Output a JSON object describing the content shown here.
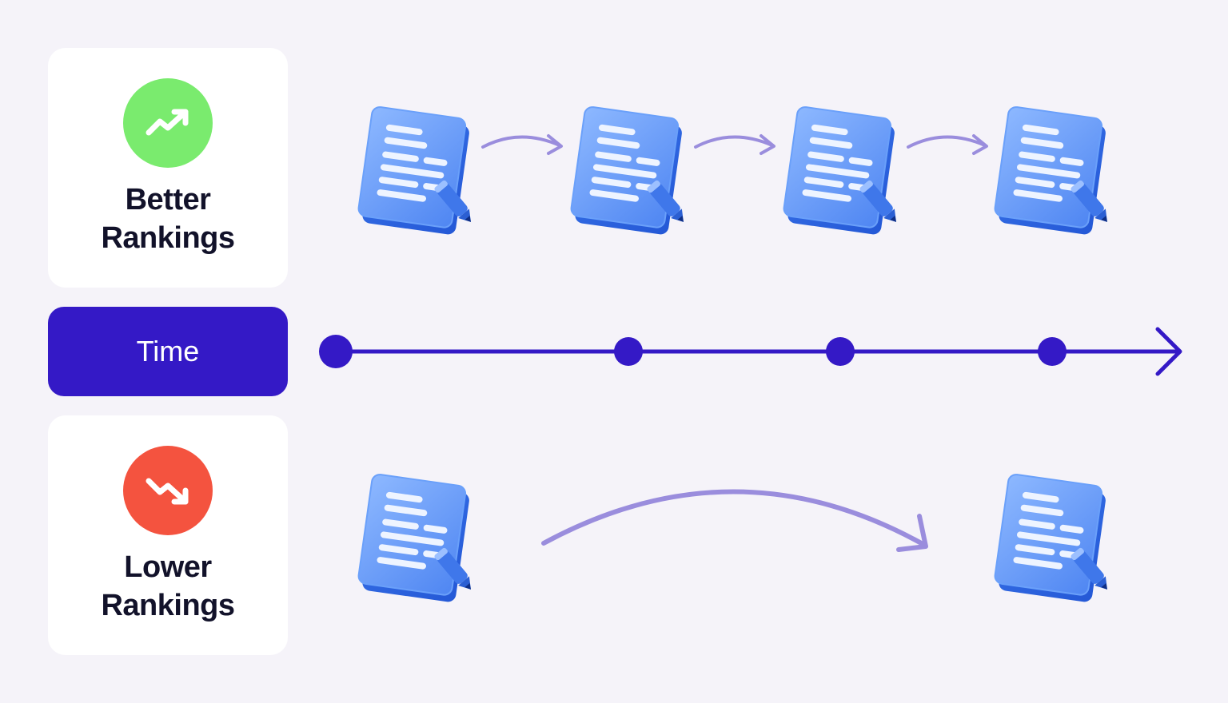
{
  "better": {
    "label_line1": "Better",
    "label_line2": "Rankings",
    "badge_icon": "trending-up-icon",
    "badge_color": "#7aeb6e"
  },
  "time": {
    "label": "Time",
    "color": "#3419c6"
  },
  "lower": {
    "label_line1": "Lower",
    "label_line2": "Rankings",
    "badge_icon": "trending-down-icon",
    "badge_color": "#f4533f"
  },
  "icons": {
    "document": "document-with-pencil-icon"
  },
  "colors": {
    "background": "#f5f3f9",
    "arrow_light": "#9a8ddd",
    "document_blue": "#5a8ff5"
  }
}
